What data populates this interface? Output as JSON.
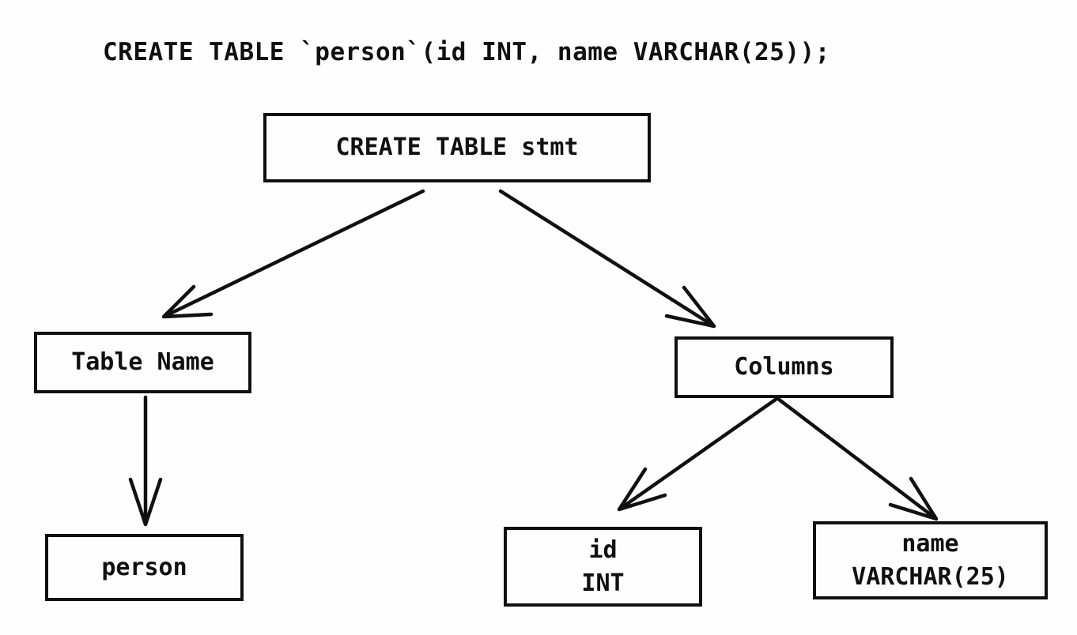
{
  "sql_statement": "CREATE TABLE `person`(id INT, name VARCHAR(25));",
  "tree": {
    "nodes": {
      "stmt": {
        "label": "CREATE TABLE stmt"
      },
      "table_name": {
        "label": "Table Name"
      },
      "columns": {
        "label": "Columns"
      },
      "person": {
        "label": "person"
      },
      "id_column": {
        "lines": [
          "id",
          "INT"
        ]
      },
      "name_column": {
        "lines": [
          "name",
          "VARCHAR(25)"
        ]
      }
    },
    "edges": [
      {
        "from": "CREATE TABLE stmt",
        "to": "Table Name"
      },
      {
        "from": "CREATE TABLE stmt",
        "to": "Columns"
      },
      {
        "from": "Table Name",
        "to": "person"
      },
      {
        "from": "Columns",
        "to": "id INT"
      },
      {
        "from": "Columns",
        "to": "name VARCHAR(25)"
      }
    ]
  },
  "colors": {
    "ink": "#101010",
    "background": "#fefefe"
  }
}
